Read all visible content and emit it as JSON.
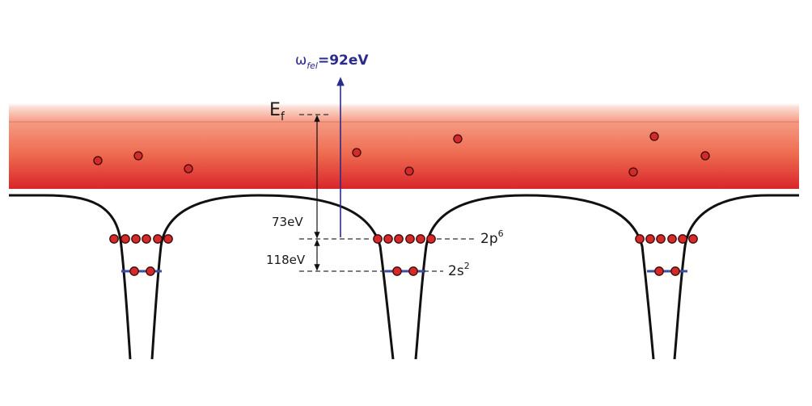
{
  "labels": {
    "fermi_main": "E",
    "fermi_sub": "f",
    "photon_symbol": "ω",
    "photon_sub": "fel",
    "photon_value": "=92eV",
    "energy_73": "73eV",
    "energy_118": "118eV",
    "level_2p_main": "2p",
    "level_2p_sup": "6",
    "level_2s_main": "2s",
    "level_2s_sup": "2"
  },
  "colors": {
    "band_top": "#f5a18b",
    "band_bottom": "#d9262a",
    "electron": "#d42a2a",
    "electron_outline": "#3a0a0a",
    "photon_arrow": "#2b2b8c",
    "level_2s_line": "#3b4fa8",
    "potential": "#111111"
  }
}
